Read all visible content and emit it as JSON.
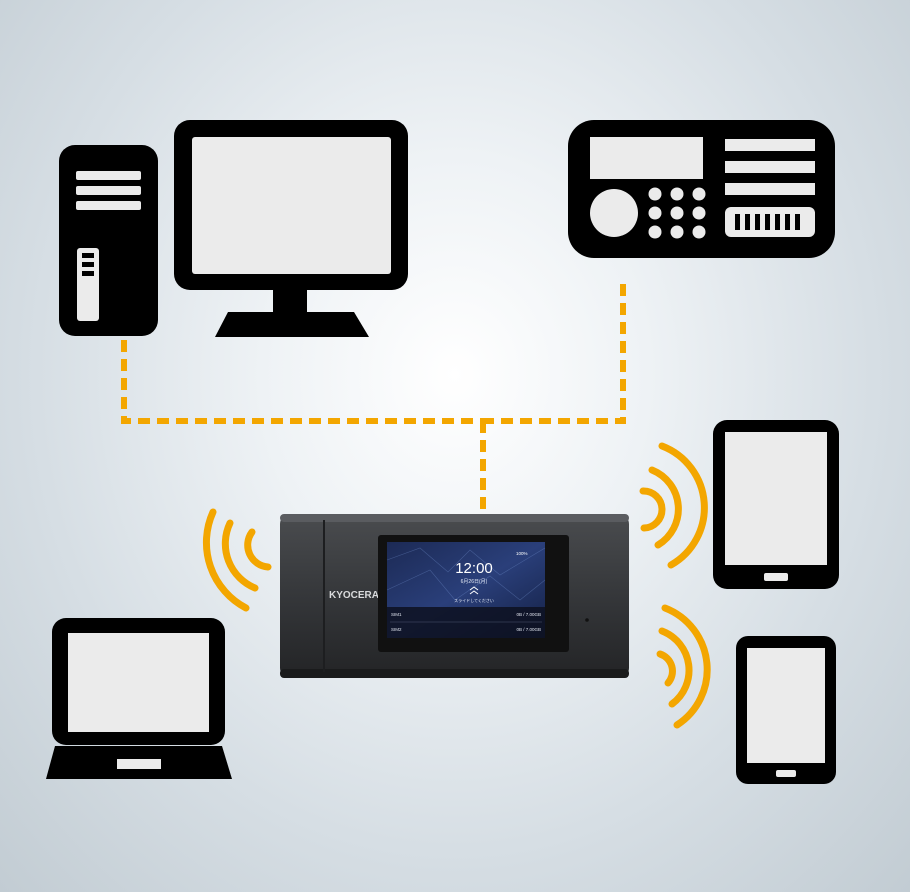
{
  "router": {
    "brand": "KYOCERA",
    "screen": {
      "time": "12:00",
      "date": "6月26日(月)",
      "battery": "100%",
      "swipe_hint": "スライドしてください",
      "sim1_label": "SIM1",
      "sim1_usage": "0B / 7.00GB",
      "sim2_label": "SIM2",
      "sim2_usage": "0B / 7.00GB"
    }
  },
  "colors": {
    "connector": "#f3a600",
    "device_fill": "#000000",
    "device_screen": "#ebebeb",
    "router_body": "#3a3b3d",
    "background": "#d6dee4"
  },
  "icons": [
    "desktop-computer-icon",
    "radio-receiver-icon",
    "laptop-icon",
    "tablet-icon",
    "smartphone-icon",
    "wifi-signal-icon"
  ]
}
